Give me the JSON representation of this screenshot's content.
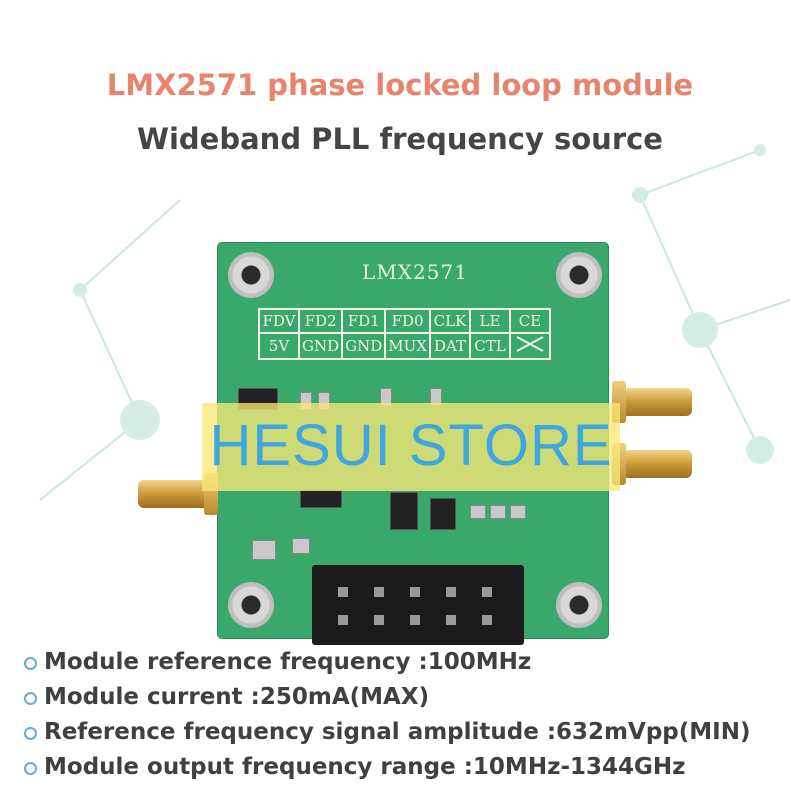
{
  "header": {
    "title": "LMX2571 phase locked loop module",
    "subtitle": "Wideband PLL frequency source"
  },
  "board": {
    "chip_label": "LMX2571",
    "pin_rows": [
      [
        "FDV",
        "FD2",
        "FD1",
        "FD0",
        "CLK",
        "LE",
        "CE"
      ],
      [
        "5V",
        "GND",
        "GND",
        "MUX",
        "DAT",
        "CTL",
        ""
      ]
    ]
  },
  "watermark": "HESUI STORE",
  "specs": [
    "Module reference frequency :100MHz",
    "Module current :250mA(MAX)",
    "Reference frequency signal amplitude :632mVpp(MIN)",
    "Module output frequency range :10MHz-1344GHz"
  ],
  "colors": {
    "title": "#e8836e",
    "subtitle": "#454545",
    "pcb": "#3aa86a",
    "watermark_band": "#f7e878",
    "watermark_text": "#3fa7e0",
    "bullet": "#6aa9d6"
  }
}
